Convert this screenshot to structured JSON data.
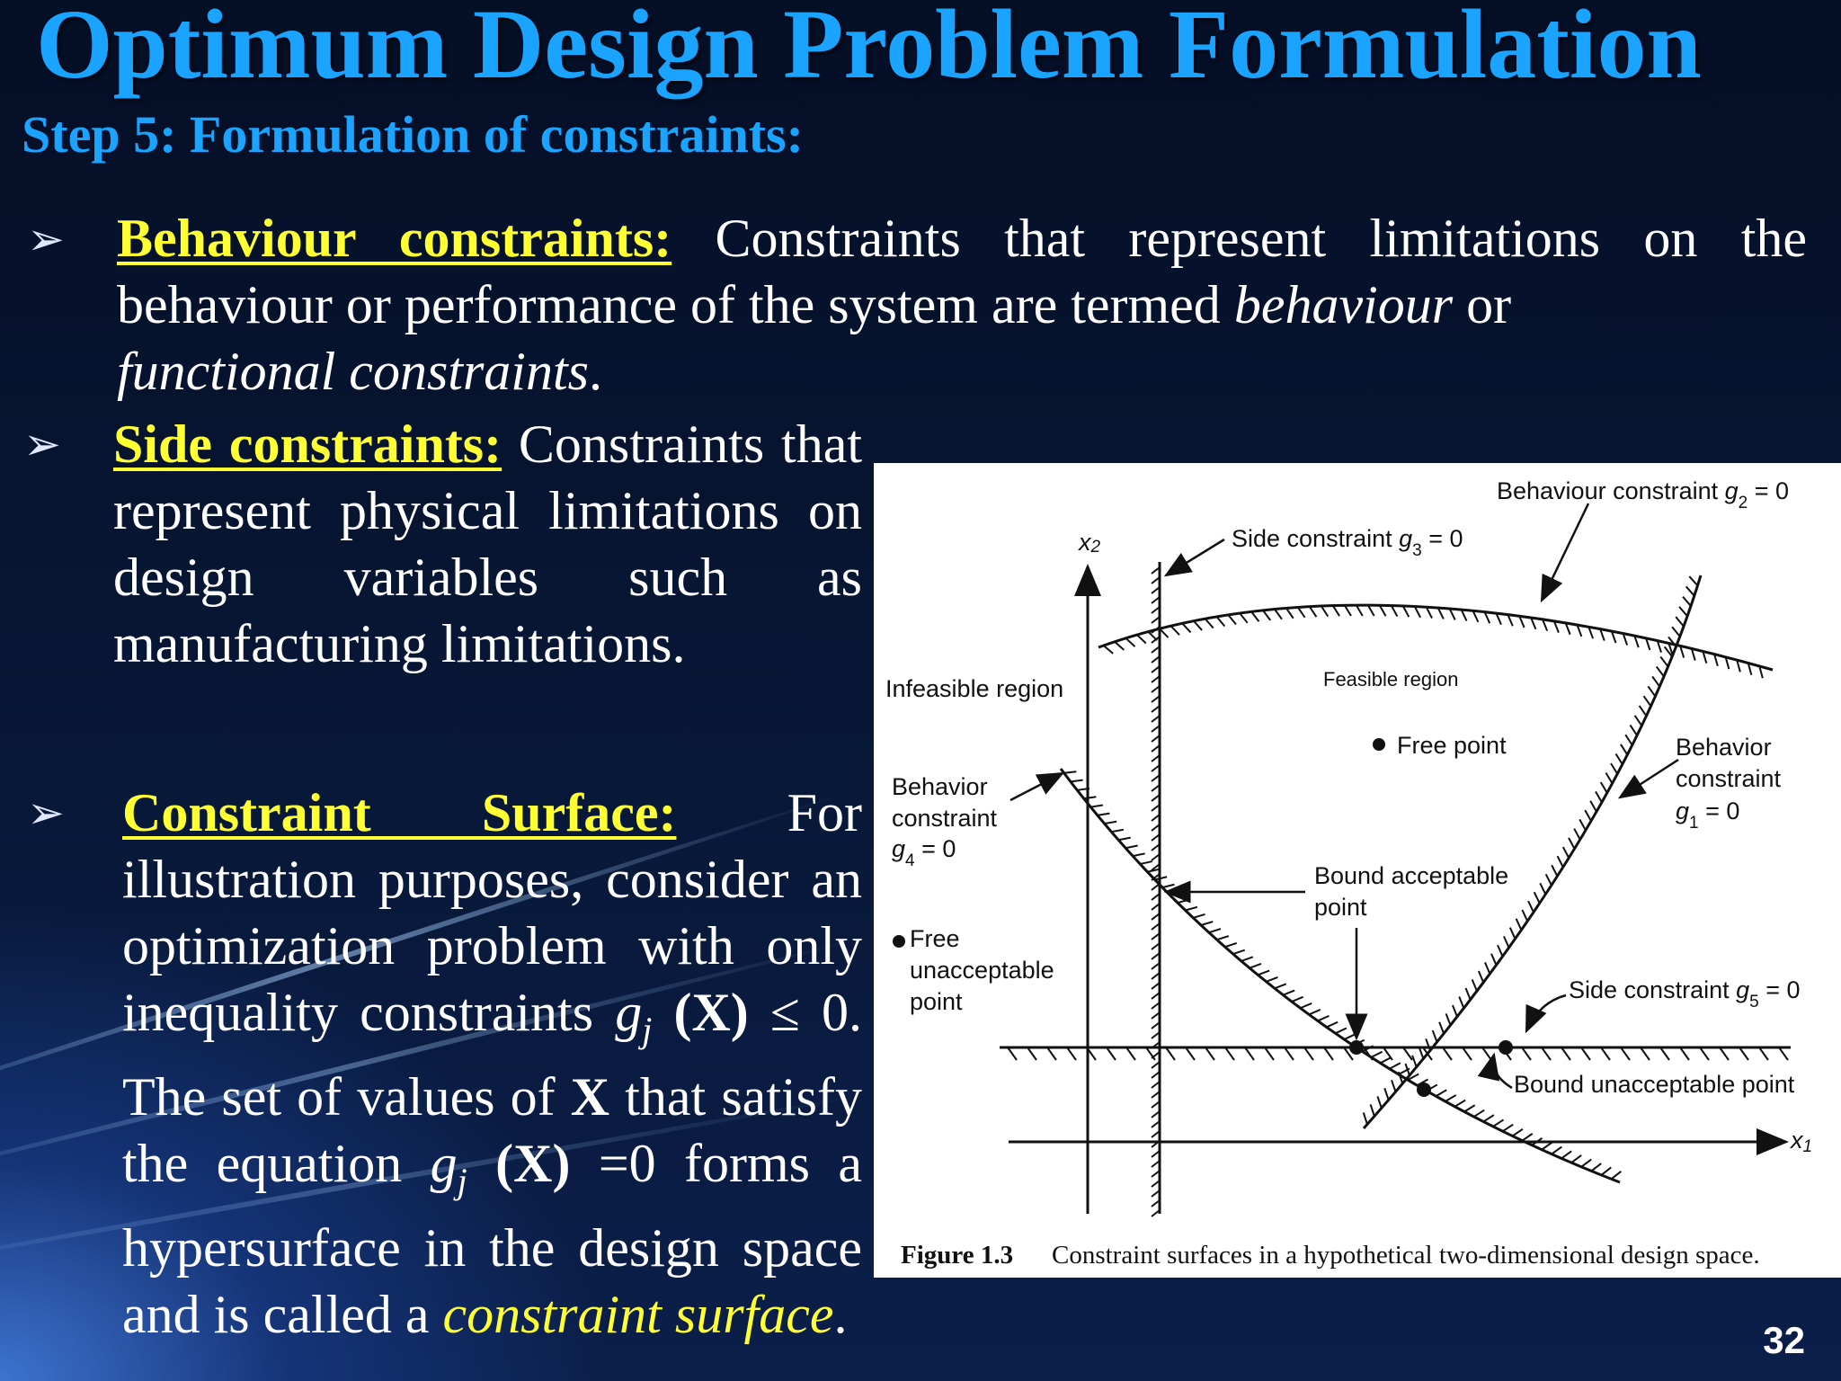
{
  "slide": {
    "title": "Optimum Design Problem Formulation",
    "subtitle": "Step 5: Formulation of constraints:",
    "page_number": "32"
  },
  "bullets": [
    {
      "term": "Behaviour constraints:",
      "text_1": " Constraints that represent limitations on the behaviour or performance of the system are termed ",
      "italic_1": "behaviour",
      "text_2": " or ",
      "italic_2": "functional constraints",
      "text_3": "."
    },
    {
      "term": "Side constraints:",
      "text_1": " Constraints that represent physical limitations on design variables such as manufacturing limitations."
    },
    {
      "term": "Constraint Surface:",
      "text_1": " For illustration purposes, consider an optimization problem with only inequality constraints ",
      "g_sym": "g",
      "g_sub": "j",
      "x_bold_1": "(X)",
      "text_2": " ≤ 0. The set of values of ",
      "x_bold_2": "X",
      "text_3": " that satisfy the equation ",
      "g_sym_2": "g",
      "g_sub_2": "j",
      "x_bold_3": "(X)",
      "text_4": " =0 forms a hypersurface in the design space and is called a ",
      "yellow_italic": "constraint surface",
      "text_5": "."
    }
  ],
  "figure": {
    "caption_label": "Figure 1.3",
    "caption_text": "Constraint surfaces in a hypothetical two-dimensional design space.",
    "labels": {
      "behaviour_g2_prefix": "Behaviour constraint ",
      "g": "g",
      "sub_2": "2",
      "eq0": " = 0",
      "side_g3_prefix": "Side constraint ",
      "sub_3": "3",
      "x2": "x",
      "x2_sub": "2",
      "x1": "x",
      "x1_sub": "1",
      "infeasible": "Infeasible region",
      "feasible": "Feasible region",
      "free_point": "Free point",
      "behavior_1": "Behavior",
      "constraint_1": "constraint",
      "sub_1": "1",
      "behavior_4": "Behavior",
      "constraint_4": "constraint",
      "sub_4": "4",
      "bound_acc_1": "Bound acceptable",
      "bound_acc_2": "point",
      "free_unacc_1": "Free",
      "free_unacc_2": "unacceptable",
      "free_unacc_3": "point",
      "side_g5_prefix": "Side constraint ",
      "sub_5": "5",
      "bound_unacc": "Bound unacceptable point"
    }
  }
}
